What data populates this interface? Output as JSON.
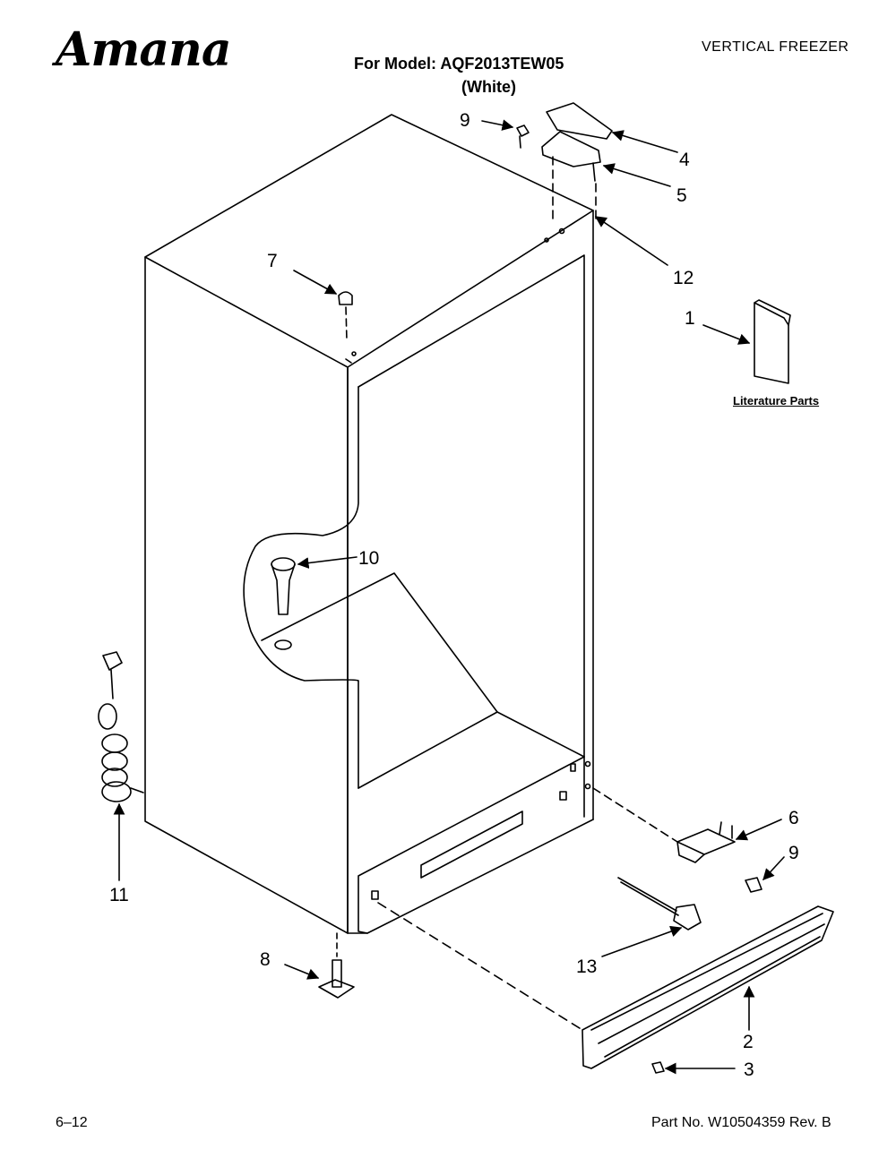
{
  "header": {
    "brand": "Amana",
    "model_line": "For Model: AQF2013TEW05",
    "color_line": "(White)",
    "category": "VERTICAL FREEZER"
  },
  "diagram": {
    "literature_label": "Literature Parts",
    "callouts": {
      "c1": "1",
      "c2": "2",
      "c3": "3",
      "c4": "4",
      "c5": "5",
      "c6": "6",
      "c7": "7",
      "c8": "8",
      "c9a": "9",
      "c9b": "9",
      "c10": "10",
      "c11": "11",
      "c12": "12",
      "c13": "13"
    }
  },
  "footer": {
    "page": "6–12",
    "part_number": "Part No. W10504359 Rev. B"
  }
}
